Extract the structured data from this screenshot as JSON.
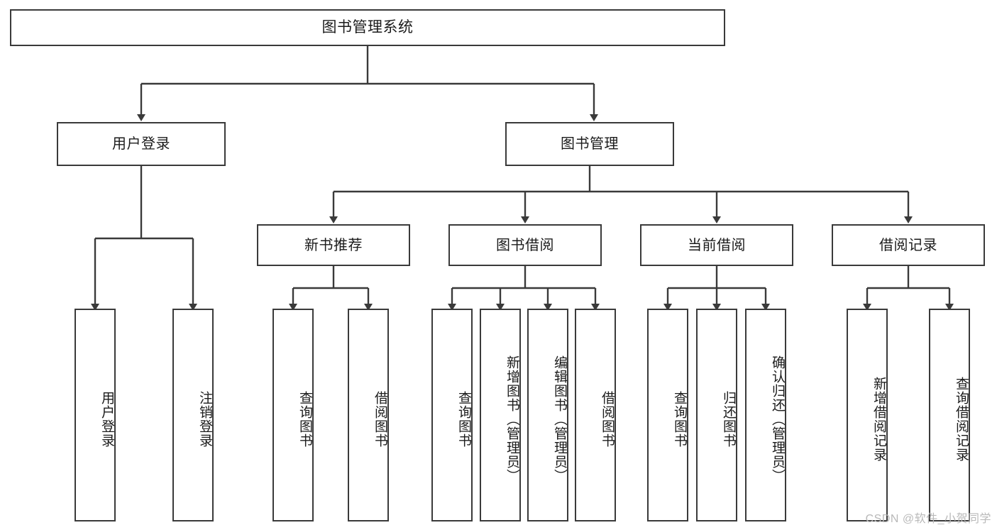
{
  "diagram": {
    "title": "图书管理系统",
    "watermark": "CSDN @软件_小贺同学",
    "colors": {
      "stroke": "#3a3a3a",
      "fill": "#ffffff",
      "text": "#1b1b1b",
      "watermark": "#b9b9b9"
    },
    "root": {
      "label": "图书管理系统"
    },
    "level2": [
      {
        "label": "用户登录"
      },
      {
        "label": "图书管理"
      }
    ],
    "level3": [
      {
        "label": "新书推荐"
      },
      {
        "label": "图书借阅"
      },
      {
        "label": "当前借阅"
      },
      {
        "label": "借阅记录"
      }
    ],
    "leaves": {
      "user_login": [
        {
          "label": "用户登录"
        },
        {
          "label": "注销登录"
        }
      ],
      "new_book_recommend": [
        {
          "label": "查询图书"
        },
        {
          "label": "借阅图书"
        }
      ],
      "book_borrow": [
        {
          "label": "查询图书"
        },
        {
          "label": "新增图书（管理员）"
        },
        {
          "label": "编辑图书（管理员）"
        },
        {
          "label": "借阅图书"
        }
      ],
      "current_borrow": [
        {
          "label": "查询图书"
        },
        {
          "label": "归还图书"
        },
        {
          "label": "确认归还（管理员）"
        }
      ],
      "borrow_record": [
        {
          "label": "新增借阅记录"
        },
        {
          "label": "查询借阅记录"
        }
      ]
    }
  }
}
